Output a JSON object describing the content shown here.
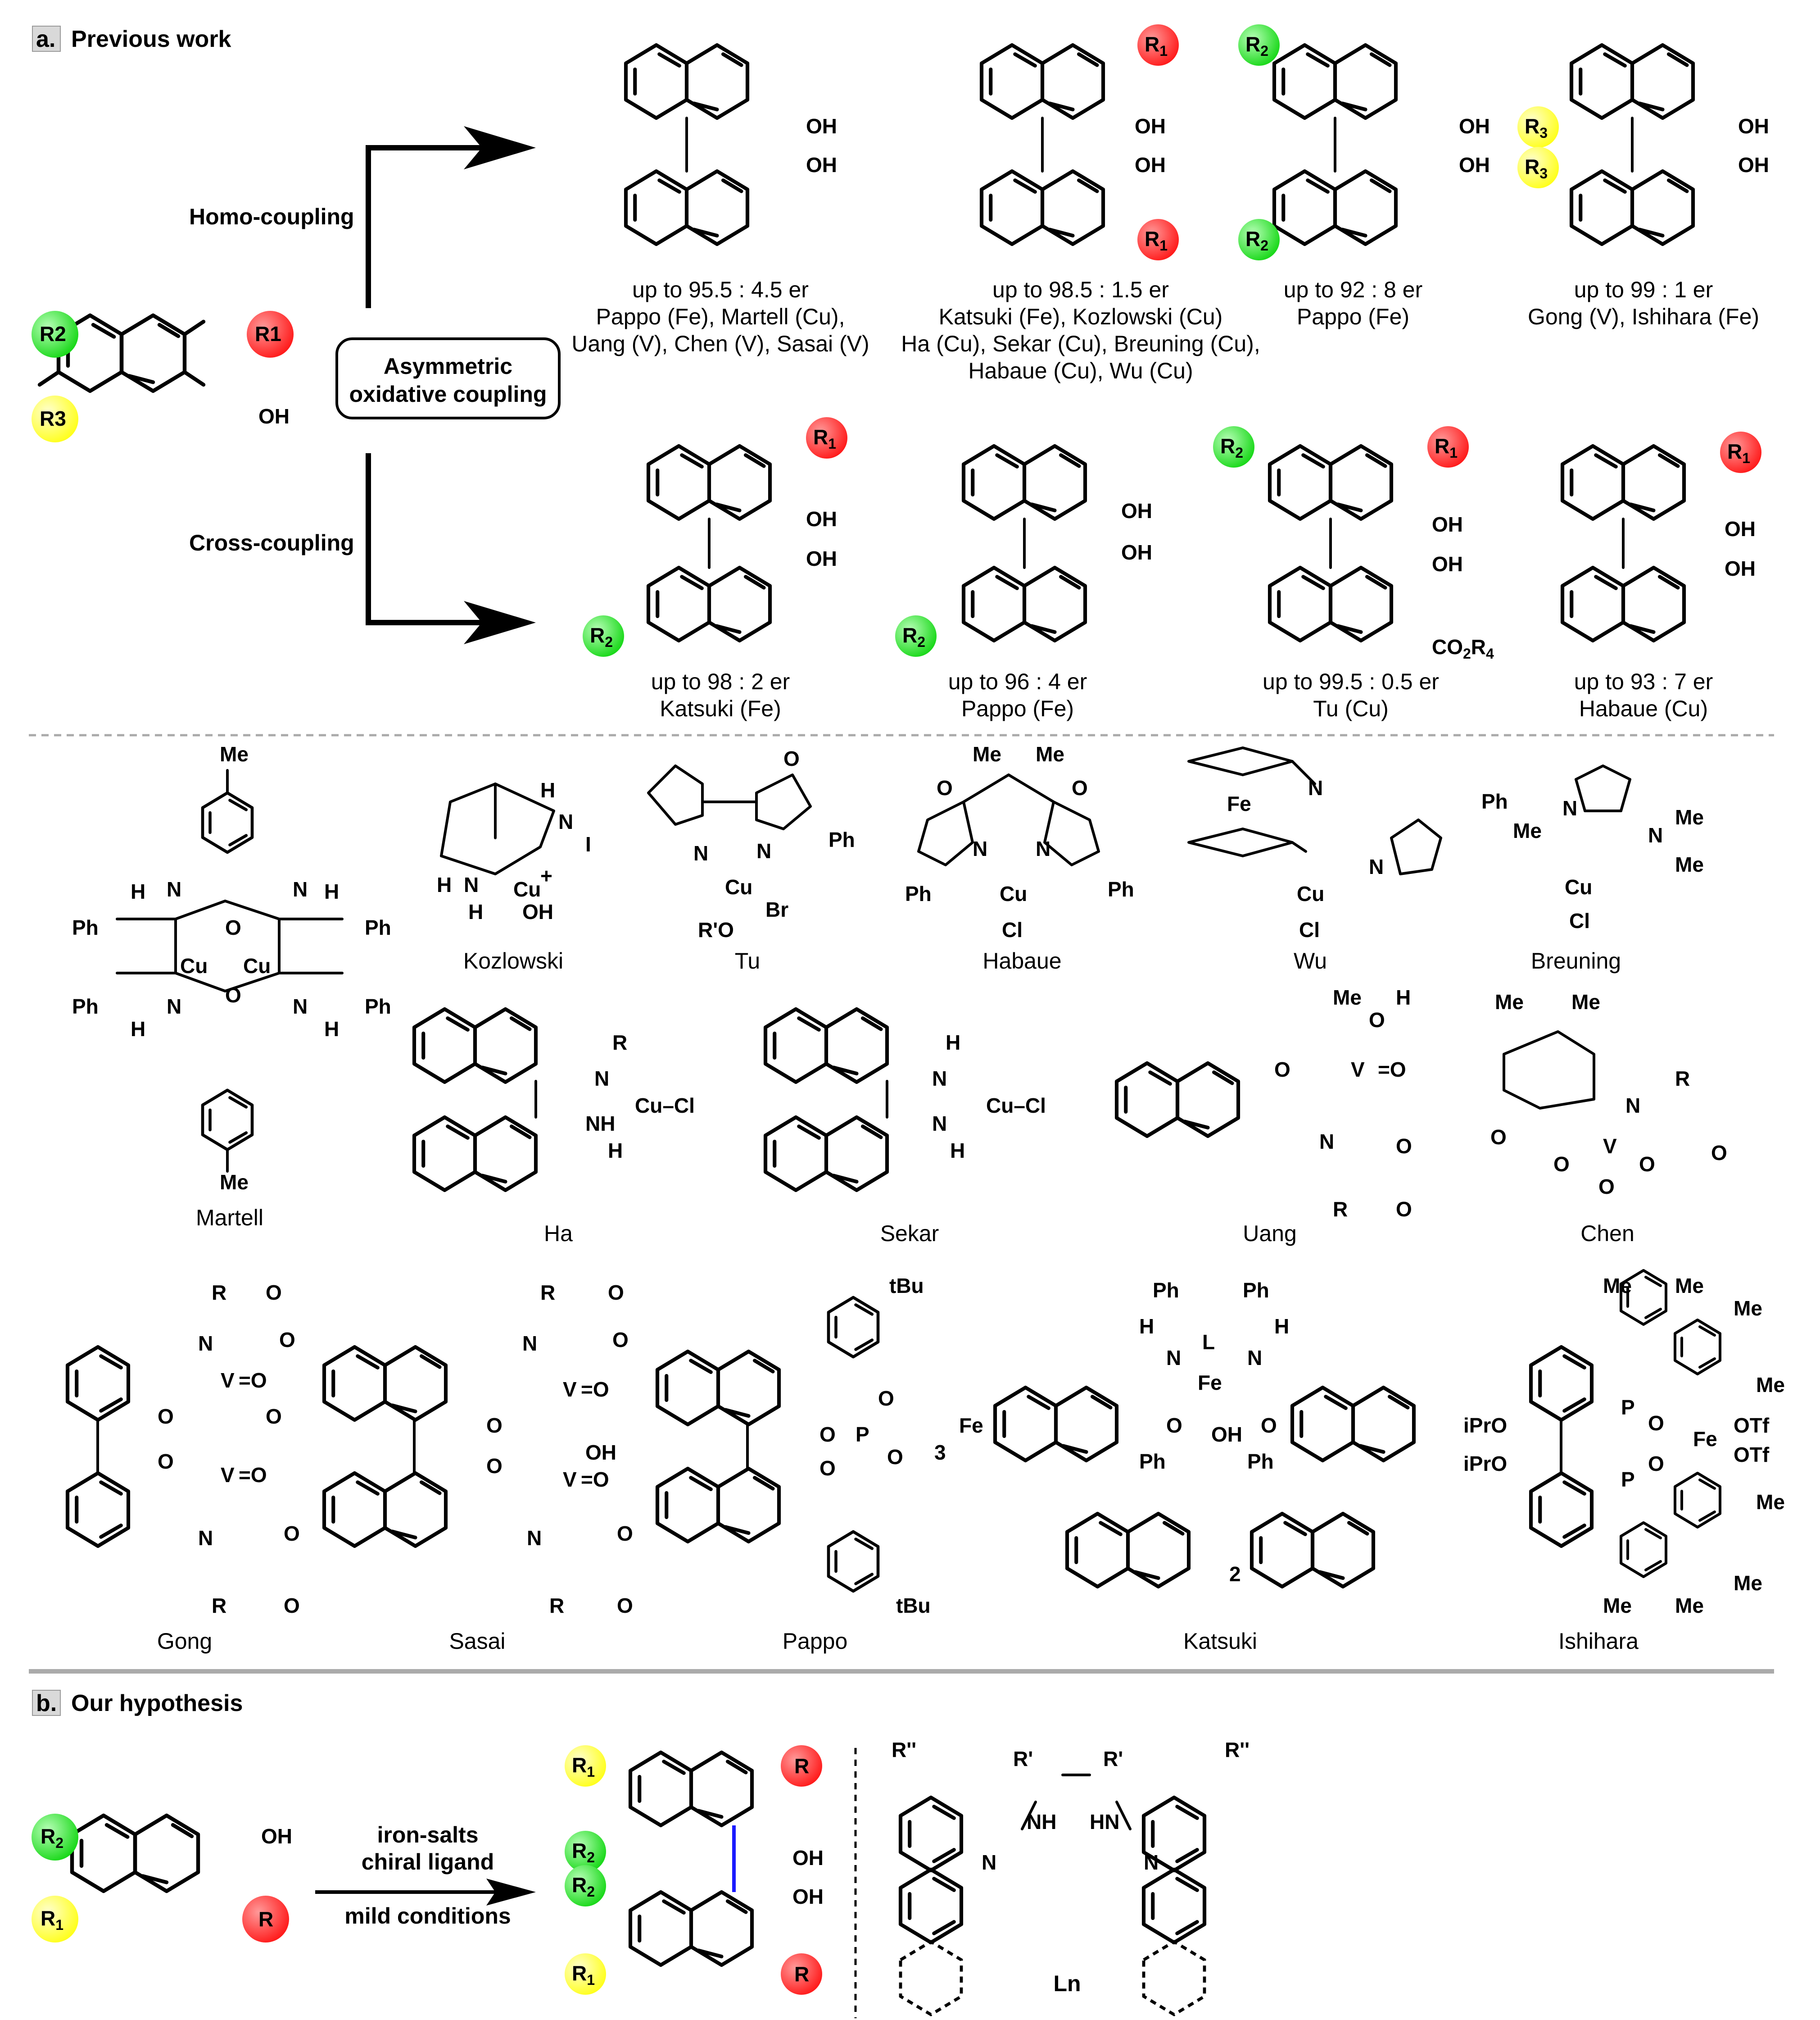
{
  "panel_a": {
    "label": "a.",
    "title": "Previous work",
    "homo_label": "Homo-coupling",
    "cross_label": "Cross-coupling",
    "box_line1": "Asymmetric",
    "box_line2": "oxidative coupling",
    "substrate": {
      "r1": "R1",
      "r2": "R2",
      "r3": "R3",
      "oh": "OH"
    },
    "homo_products": [
      {
        "er": "up to 95.5 : 4.5 er",
        "refs": [
          "Pappo (Fe), Martell (Cu),",
          "Uang (V), Chen (V), Sasai (V)"
        ]
      },
      {
        "er": "up to 98.5 : 1.5 er",
        "refs": [
          "Katsuki (Fe), Kozlowski (Cu)",
          "Ha (Cu), Sekar (Cu), Breuning (Cu),",
          "Habaue (Cu), Wu (Cu)"
        ]
      },
      {
        "er": "up to 92 : 8 er",
        "refs": [
          "Pappo (Fe)"
        ]
      },
      {
        "er": "up to 99 : 1 er",
        "refs": [
          "Gong (V),  Ishihara (Fe)"
        ]
      }
    ],
    "cross_products": [
      {
        "er": "up to 98 : 2 er",
        "refs": [
          "Katsuki (Fe)"
        ]
      },
      {
        "er": "up to 96 : 4 er",
        "refs": [
          "Pappo (Fe)"
        ]
      },
      {
        "er": "up to 99.5 : 0.5 er",
        "refs": [
          "Tu (Cu)"
        ]
      },
      {
        "er": "up to 93 : 7 er",
        "refs": [
          "Habaue (Cu)"
        ]
      }
    ],
    "co2r4": "CO2R4",
    "catalysts_row1": [
      "Martell",
      "Kozlowski",
      "Tu",
      "Habaue",
      "Wu",
      "Breuning"
    ],
    "catalysts_row2": [
      "Ha",
      "Sekar",
      "Uang",
      "Chen"
    ],
    "catalysts_row3": [
      "Gong",
      "Sasai",
      "Pappo",
      "Katsuki",
      "Ishihara"
    ]
  },
  "panel_b": {
    "label": "b.",
    "title": "Our hypothesis",
    "cond1": "iron-salts",
    "cond2": "chiral ligand",
    "cond3": "mild conditions",
    "ligand_label": "Ln",
    "r_labels": {
      "r": "R",
      "r1": "R1",
      "r2": "R2",
      "rp": "R'",
      "rpp": "R''"
    }
  },
  "colors": {
    "r1": "#ff2a2a",
    "r2": "#2ee02e",
    "r3": "#ffff33",
    "bond_highlight": "#1a1aff",
    "divider": "#aaaaaa"
  }
}
